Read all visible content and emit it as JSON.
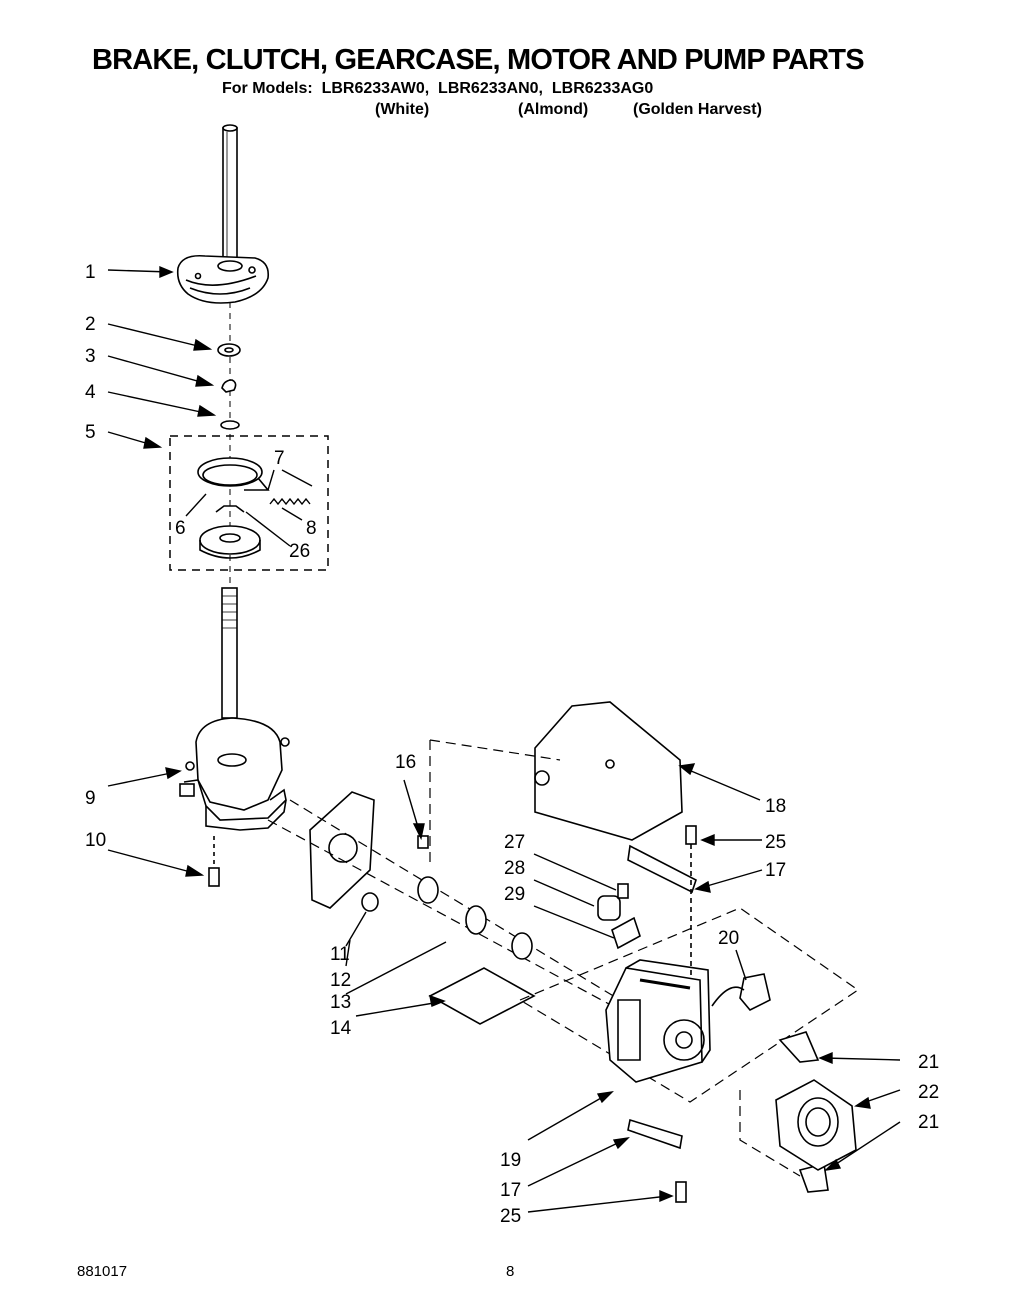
{
  "header": {
    "title": "BRAKE, CLUTCH, GEARCASE, MOTOR AND PUMP PARTS",
    "models_label": "For Models:",
    "models": [
      "LBR6233AW0,",
      "LBR6233AN0,",
      "LBR6233AG0"
    ],
    "variants": [
      "(White)",
      "(Almond)",
      "(Golden Harvest)"
    ]
  },
  "callouts": [
    {
      "num": "1"
    },
    {
      "num": "2"
    },
    {
      "num": "3"
    },
    {
      "num": "4"
    },
    {
      "num": "5"
    },
    {
      "num": "6"
    },
    {
      "num": "7"
    },
    {
      "num": "8"
    },
    {
      "num": "26"
    },
    {
      "num": "9"
    },
    {
      "num": "10"
    },
    {
      "num": "11"
    },
    {
      "num": "12"
    },
    {
      "num": "13"
    },
    {
      "num": "14"
    },
    {
      "num": "16"
    },
    {
      "num": "18"
    },
    {
      "num": "25"
    },
    {
      "num": "17"
    },
    {
      "num": "27"
    },
    {
      "num": "28"
    },
    {
      "num": "29"
    },
    {
      "num": "20"
    },
    {
      "num": "21"
    },
    {
      "num": "22"
    },
    {
      "num": "21"
    },
    {
      "num": "19"
    },
    {
      "num": "17"
    },
    {
      "num": "25"
    }
  ],
  "footer": {
    "doc_number": "881017",
    "page_number": "8"
  }
}
